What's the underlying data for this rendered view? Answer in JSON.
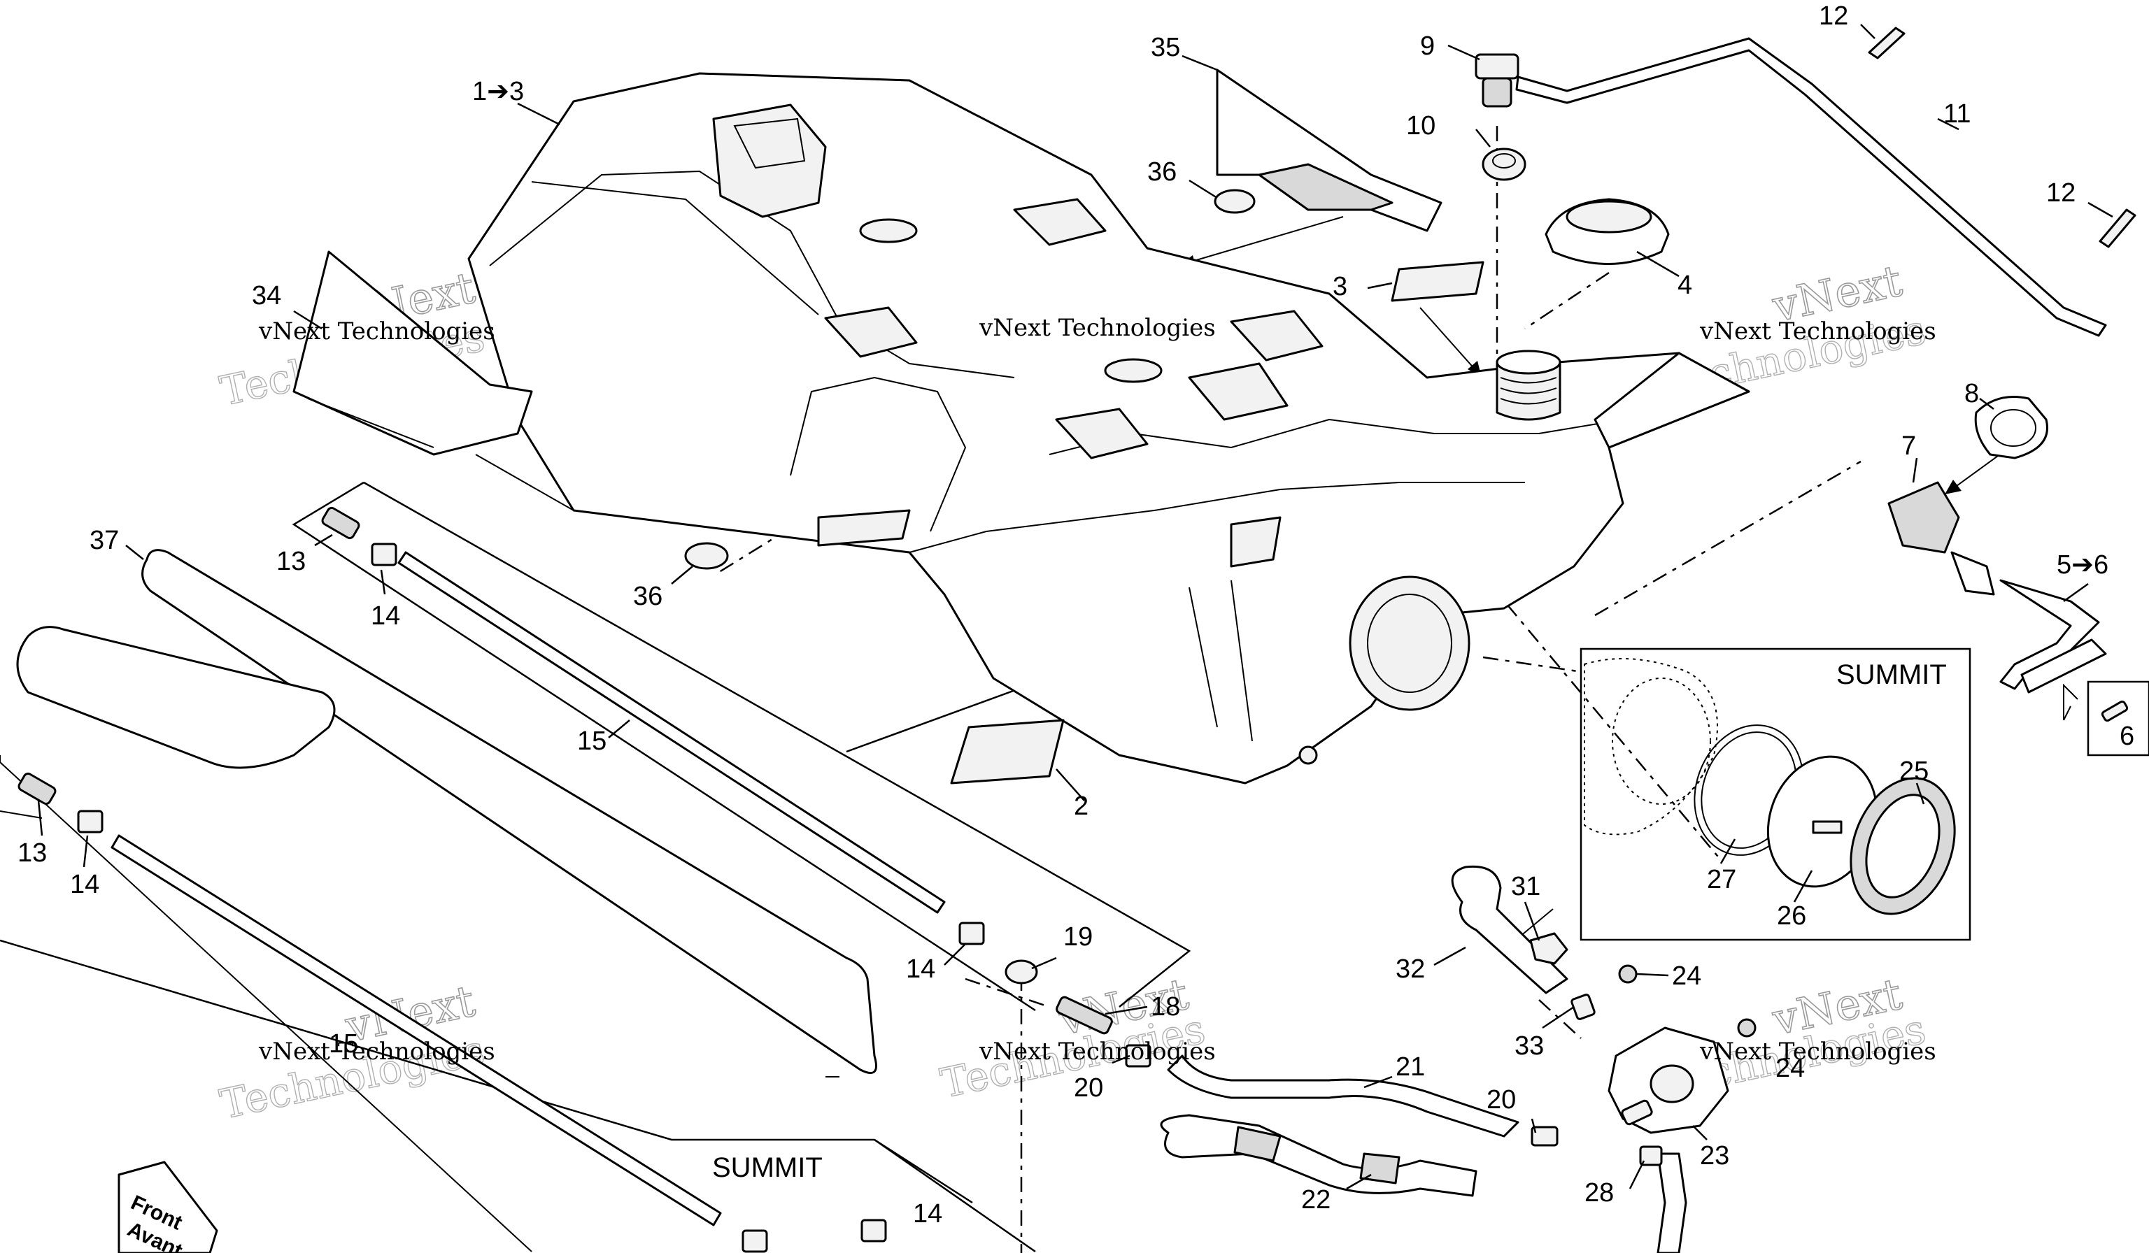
{
  "callouts": {
    "c1_3": "1➔3",
    "c2": "2",
    "c3": "3",
    "c4": "4",
    "c5_6": "5➔6",
    "c6": "6",
    "c7": "7",
    "c8": "8",
    "c9": "9",
    "c10": "10",
    "c11": "11",
    "c12a": "12",
    "c12b": "12",
    "c13a": "13",
    "c13b": "13",
    "c14a": "14",
    "c14b": "14",
    "c14c": "14",
    "c14d": "14",
    "c15a": "15",
    "c15b": "15",
    "c18": "18",
    "c19": "19",
    "c20a": "20",
    "c20b": "20",
    "c21": "21",
    "c22": "22",
    "c23": "23",
    "c24a": "24",
    "c24b": "24",
    "c25": "25",
    "c26": "26",
    "c27": "27",
    "c28": "28",
    "c31": "31",
    "c32": "32",
    "c33": "33",
    "c34": "34",
    "c35": "35",
    "c36a": "36",
    "c36b": "36",
    "c37": "37"
  },
  "boxes": {
    "summit_top": "SUMMIT",
    "summit_bottom": "SUMMIT"
  },
  "front_sign": {
    "line1": "Front",
    "line2": "Avant"
  },
  "watermark": {
    "top_line": "vNext",
    "middle_line": "vNext Technologies",
    "large_line": "Technologies"
  }
}
